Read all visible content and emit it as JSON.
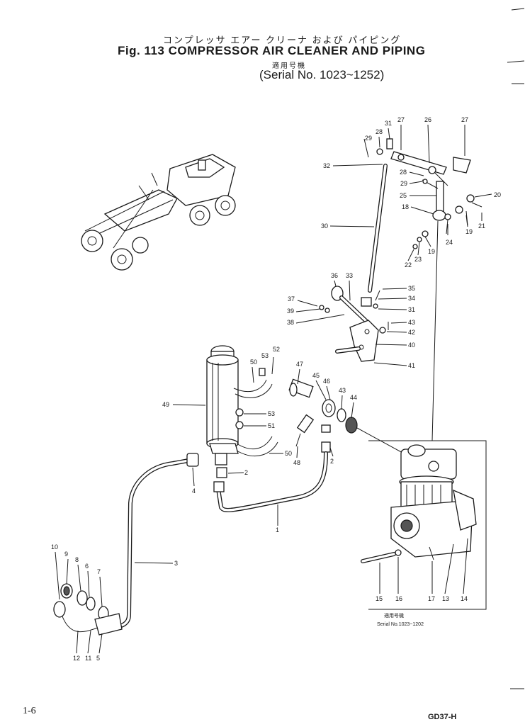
{
  "header": {
    "title_jp": "コンプレッサ エアー クリーナ および パイピング",
    "title_en": "Fig. 113 COMPRESSOR AIR CLEANER AND PIPING",
    "serial_jp": "適用号機",
    "serial_en": "(Serial No. 1023~1252)"
  },
  "inset": {
    "label_jp": "適用号機",
    "label_en": "Serial No.1023~1202"
  },
  "footer": {
    "page_no": "1-6",
    "model_code": "GD37-H"
  },
  "callouts": [
    {
      "id": "c27a",
      "num": "27"
    },
    {
      "id": "c26",
      "num": "26"
    },
    {
      "id": "c27b",
      "num": "27"
    },
    {
      "id": "c31a",
      "num": "31"
    },
    {
      "id": "c28a",
      "num": "28"
    },
    {
      "id": "c29a",
      "num": "29"
    },
    {
      "id": "c32",
      "num": "32"
    },
    {
      "id": "c28b",
      "num": "28"
    },
    {
      "id": "c29b",
      "num": "29"
    },
    {
      "id": "c25",
      "num": "25"
    },
    {
      "id": "c20",
      "num": "20"
    },
    {
      "id": "c18",
      "num": "18"
    },
    {
      "id": "c30",
      "num": "30"
    },
    {
      "id": "c19a",
      "num": "19"
    },
    {
      "id": "c21",
      "num": "21"
    },
    {
      "id": "c24",
      "num": "24"
    },
    {
      "id": "c19b",
      "num": "19"
    },
    {
      "id": "c23",
      "num": "23"
    },
    {
      "id": "c22",
      "num": "22"
    },
    {
      "id": "c36",
      "num": "36"
    },
    {
      "id": "c33",
      "num": "33"
    },
    {
      "id": "c35",
      "num": "35"
    },
    {
      "id": "c34",
      "num": "34"
    },
    {
      "id": "c37",
      "num": "37"
    },
    {
      "id": "c31b",
      "num": "31"
    },
    {
      "id": "c39",
      "num": "39"
    },
    {
      "id": "c38",
      "num": "38"
    },
    {
      "id": "c43",
      "num": "43"
    },
    {
      "id": "c42",
      "num": "42"
    },
    {
      "id": "c40",
      "num": "40"
    },
    {
      "id": "c41",
      "num": "41"
    },
    {
      "id": "c52",
      "num": "52"
    },
    {
      "id": "c53a",
      "num": "53"
    },
    {
      "id": "c50a",
      "num": "50"
    },
    {
      "id": "c47",
      "num": "47"
    },
    {
      "id": "c45",
      "num": "45"
    },
    {
      "id": "c46",
      "num": "46"
    },
    {
      "id": "c43b",
      "num": "43"
    },
    {
      "id": "c44",
      "num": "44"
    },
    {
      "id": "c49",
      "num": "49"
    },
    {
      "id": "c53b",
      "num": "53"
    },
    {
      "id": "c51",
      "num": "51"
    },
    {
      "id": "c50b",
      "num": "50"
    },
    {
      "id": "c48",
      "num": "48"
    },
    {
      "id": "c2a",
      "num": "2"
    },
    {
      "id": "c2b",
      "num": "2"
    },
    {
      "id": "c4",
      "num": "4"
    },
    {
      "id": "c1",
      "num": "1"
    },
    {
      "id": "c3",
      "num": "3"
    },
    {
      "id": "c10",
      "num": "10"
    },
    {
      "id": "c9",
      "num": "9"
    },
    {
      "id": "c8",
      "num": "8"
    },
    {
      "id": "c6",
      "num": "6"
    },
    {
      "id": "c7",
      "num": "7"
    },
    {
      "id": "c12",
      "num": "12"
    },
    {
      "id": "c11",
      "num": "11"
    },
    {
      "id": "c5",
      "num": "5"
    },
    {
      "id": "c15",
      "num": "15"
    },
    {
      "id": "c16",
      "num": "16"
    },
    {
      "id": "c17",
      "num": "17"
    },
    {
      "id": "c13",
      "num": "13"
    },
    {
      "id": "c14",
      "num": "14"
    }
  ]
}
